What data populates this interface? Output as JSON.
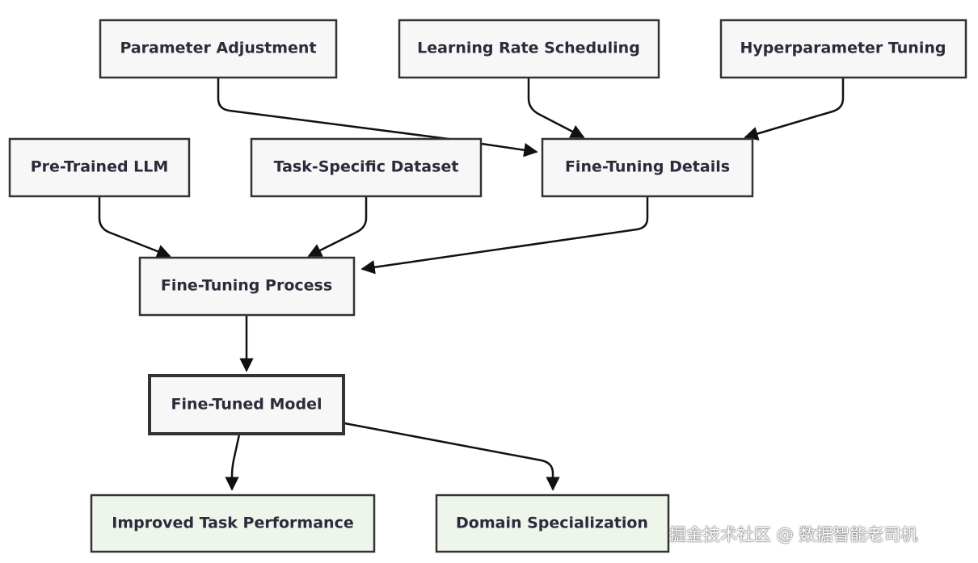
{
  "nodes": {
    "parameter_adjustment": "Parameter Adjustment",
    "learning_rate_scheduling": "Learning Rate Scheduling",
    "hyperparameter_tuning": "Hyperparameter Tuning",
    "pre_trained_llm": "Pre-Trained LLM",
    "task_specific_dataset": "Task-Specific Dataset",
    "fine_tuning_details": "Fine-Tuning Details",
    "fine_tuning_process": "Fine-Tuning Process",
    "fine_tuned_model": "Fine-Tuned Model",
    "improved_task_performance": "Improved Task Performance",
    "domain_specialization": "Domain Specialization"
  },
  "colors": {
    "node_fill": "#f7f7f7",
    "node_stroke": "#333333",
    "output_fill": "#eef6ec",
    "edge": "#111111",
    "text": "#2b2b3b"
  },
  "watermark": "掘金技术社区 @ 数据智能老司机"
}
